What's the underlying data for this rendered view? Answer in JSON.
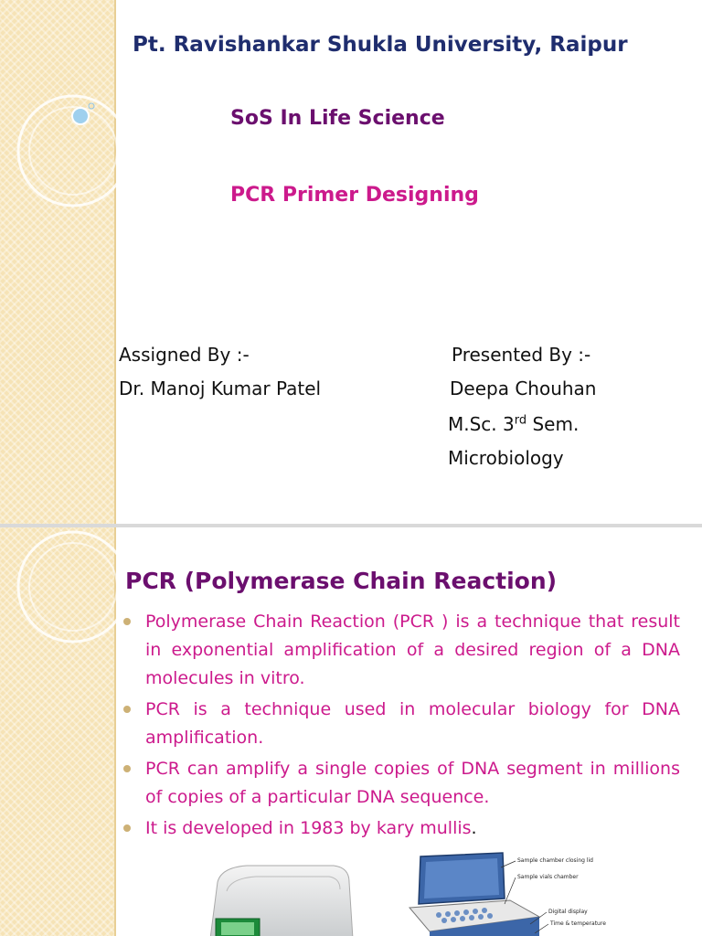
{
  "slide1": {
    "university": "Pt. Ravishankar Shukla University, Raipur",
    "department": "SoS In Life Science",
    "topic": "PCR Primer Designing",
    "assigned": {
      "label": "Assigned By :-",
      "name": "Dr. Manoj Kumar Patel"
    },
    "presented": {
      "label": "Presented By :-",
      "name": "Deepa Chouhan",
      "course_prefix": "M.Sc. 3",
      "course_sup": "rd",
      "course_suffix": " Sem.",
      "department": "Microbiology"
    }
  },
  "slide2": {
    "title": "PCR (Polymerase Chain Reaction)",
    "bullets": [
      "Polymerase  Chain  Reaction (PCR ) is a technique that result in exponential amplification of a desired region of a DNA molecules in vitro.",
      "PCR is a technique used in molecular biology for DNA amplification.",
      "PCR can amplify a single copies of DNA segment in millions of copies of a particular DNA sequence."
    ],
    "bullet4_main": "It is developed in 1983 by kary mullis",
    "bullet4_end": ".",
    "diagram_labels": [
      "Sample chamber closing lid",
      "Sample vials chamber",
      "Digital display",
      "Time & temperature"
    ]
  },
  "colors": {
    "title_navy": "#1f2d6e",
    "purple": "#6b0f6e",
    "magenta": "#cc1a8c",
    "stripe": "#f6e3b6"
  }
}
